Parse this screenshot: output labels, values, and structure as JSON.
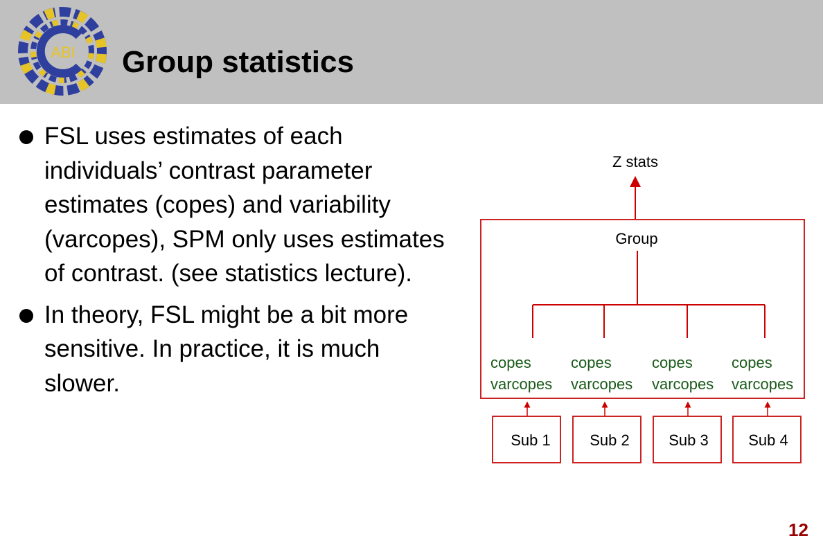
{
  "header": {
    "title": "Group statistics",
    "logo_text": "ABI",
    "logo_colors": {
      "blue": "#2f3f9e",
      "gold": "#e6c327",
      "bg": "#c0c0c0"
    }
  },
  "bullets": [
    "FSL uses estimates of each individuals’ contrast parameter estimates (copes) and variability (varcopes), SPM only uses estimates of contrast. (see statistics lecture).",
    "In theory, FSL might be a bit more sensitive. In practice, it is much slower."
  ],
  "diagram": {
    "output_label": "Z stats",
    "group_label": "Group",
    "inputs": [
      {
        "copes": "copes",
        "varcopes": "varcopes"
      },
      {
        "copes": "copes",
        "varcopes": "varcopes"
      },
      {
        "copes": "copes",
        "varcopes": "varcopes"
      },
      {
        "copes": "copes",
        "varcopes": "varcopes"
      }
    ],
    "subjects": [
      "Sub 1",
      "Sub 2",
      "Sub 3",
      "Sub 4"
    ],
    "colors": {
      "line": "#cc0000",
      "box": "#cc2222",
      "input_text": "#1a5a1a",
      "text": "#000000"
    }
  },
  "page_number": "12"
}
